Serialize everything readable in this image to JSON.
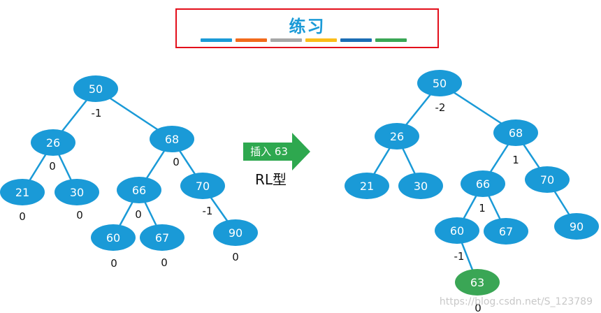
{
  "title": "练习",
  "stripe_colors": [
    "#1a9ad7",
    "#f26a1b",
    "#a6a6a6",
    "#fbbd19",
    "#1b6db5",
    "#3aa655"
  ],
  "node_color": "#1a9ad7",
  "new_node_color": "#3aa655",
  "edge_color": "#1a9ad7",
  "arrow": {
    "label": "插入 63",
    "color": "#2ea84f"
  },
  "rotation_type": "RL型",
  "watermark": "https://blog.csdn.net/S_123789",
  "before_tree": {
    "nodes": [
      {
        "id": "50",
        "label": "50",
        "balance": "-1"
      },
      {
        "id": "26",
        "label": "26",
        "balance": "0"
      },
      {
        "id": "68",
        "label": "68",
        "balance": "0"
      },
      {
        "id": "21",
        "label": "21",
        "balance": "0"
      },
      {
        "id": "30",
        "label": "30",
        "balance": "0"
      },
      {
        "id": "66",
        "label": "66",
        "balance": "0"
      },
      {
        "id": "70",
        "label": "70",
        "balance": "-1"
      },
      {
        "id": "60",
        "label": "60",
        "balance": "0"
      },
      {
        "id": "67",
        "label": "67",
        "balance": "0"
      },
      {
        "id": "90",
        "label": "90",
        "balance": "0"
      }
    ],
    "edges": [
      [
        "50",
        "26"
      ],
      [
        "50",
        "68"
      ],
      [
        "26",
        "21"
      ],
      [
        "26",
        "30"
      ],
      [
        "68",
        "66"
      ],
      [
        "68",
        "70"
      ],
      [
        "66",
        "60"
      ],
      [
        "66",
        "67"
      ],
      [
        "70",
        "90"
      ]
    ]
  },
  "after_tree": {
    "nodes": [
      {
        "id": "50",
        "label": "50",
        "balance": "-2"
      },
      {
        "id": "26",
        "label": "26",
        "balance": ""
      },
      {
        "id": "68",
        "label": "68",
        "balance": "1"
      },
      {
        "id": "21",
        "label": "21",
        "balance": ""
      },
      {
        "id": "30",
        "label": "30",
        "balance": ""
      },
      {
        "id": "66",
        "label": "66",
        "balance": "1"
      },
      {
        "id": "70",
        "label": "70",
        "balance": ""
      },
      {
        "id": "60",
        "label": "60",
        "balance": "-1"
      },
      {
        "id": "67",
        "label": "67",
        "balance": ""
      },
      {
        "id": "90",
        "label": "90",
        "balance": ""
      },
      {
        "id": "63",
        "label": "63",
        "balance": "0",
        "new": true
      }
    ],
    "edges": [
      [
        "50",
        "26"
      ],
      [
        "50",
        "68"
      ],
      [
        "26",
        "21"
      ],
      [
        "26",
        "30"
      ],
      [
        "68",
        "66"
      ],
      [
        "68",
        "70"
      ],
      [
        "66",
        "60"
      ],
      [
        "66",
        "67"
      ],
      [
        "70",
        "90"
      ],
      [
        "60",
        "63"
      ]
    ]
  }
}
